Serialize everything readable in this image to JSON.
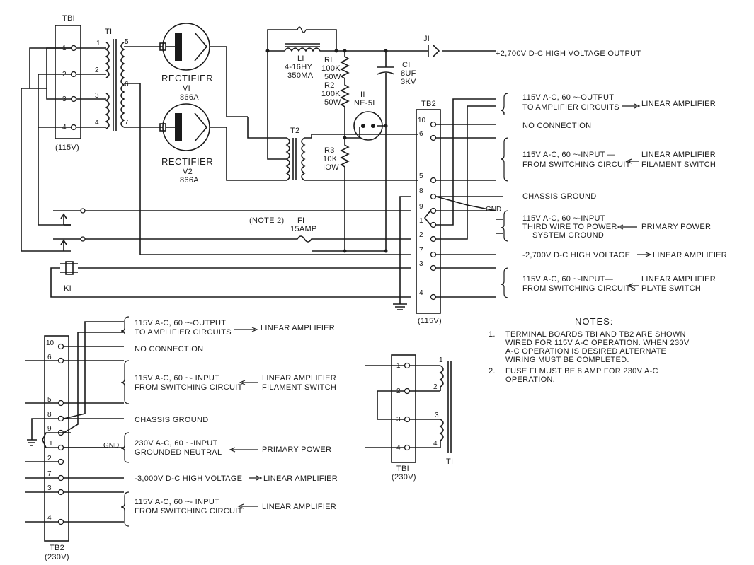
{
  "main": {
    "tb1": "TBI",
    "tb1_sub": "(115V)",
    "t1": "TI",
    "t1_nums": [
      "1",
      "2",
      "3",
      "4",
      "5",
      "6",
      "7"
    ],
    "tb1_nums": [
      "1",
      "2",
      "3",
      "4"
    ],
    "v1_title": "RECTIFIER",
    "v1_name": "VI",
    "v1_type": "866A",
    "v2_title": "RECTIFIER",
    "v2_name": "V2",
    "v2_type": "866A",
    "t2": "T2",
    "l1_name": "LI",
    "l1_val": "4-16HY",
    "l1_cur": "350MA",
    "r1_name": "RI",
    "r1_val": "100K",
    "r1_pw": "50W",
    "r2_name": "R2",
    "r2_val": "100K",
    "r2_pw": "50W",
    "r3_name": "R3",
    "r3_val": "10K",
    "r3_pw": "IOW",
    "i1_name": "II",
    "i1_type": "NE-5I",
    "c1_name": "CI",
    "c1_val": "8UF",
    "c1_v": "3KV",
    "j1": "JI",
    "hv_out": "+2,700V D-C HIGH VOLTAGE OUTPUT",
    "note2": "(NOTE 2)",
    "f1": "FI",
    "f1_val": "15AMP",
    "k1": "KI",
    "tb2": "TB2",
    "tb2_sub": "(115V)",
    "tb2_nums": [
      "10",
      "6",
      "5",
      "8",
      "9",
      "1",
      "2",
      "7",
      "3",
      "4"
    ],
    "gnd": "GND",
    "r_out1": "115V A-C, 60 ~-OUTPUT",
    "r_out2": "TO AMPLIFIER CIRCUITS",
    "r_out_dest": "LINEAR AMPLIFIER",
    "r_nc": "NO CONNECTION",
    "r_fil1": "115V A-C, 60 ~-INPUT —",
    "r_fil2": "FROM SWITCHING CIRCUIT",
    "r_fil_dest1": "LINEAR AMPLIFIER",
    "r_fil_dest2": "FILAMENT SWITCH",
    "r_chassis": "CHASSIS GROUND",
    "r_prim1": "115V A-C, 60 ~-INPUT",
    "r_prim2": "THIRD WIRE TO POWER",
    "r_prim3": "SYSTEM GROUND",
    "r_prim_dest": "PRIMARY POWER",
    "r_hv": "-2,700V D-C HIGH VOLTAGE",
    "r_hv_dest": "LINEAR AMPLIFIER",
    "r_plate1": "115V A-C, 60 ~-INPUT—",
    "r_plate2": "FROM SWITCHING CIRCUITS",
    "r_plate_dest1": "LINEAR AMPLIFIER",
    "r_plate_dest2": "PLATE SWITCH"
  },
  "bottom": {
    "tb2": "TB2",
    "tb2_sub": "(230V)",
    "tb2_nums": [
      "10",
      "6",
      "5",
      "8",
      "9",
      "1",
      "2",
      "7",
      "3",
      "4"
    ],
    "gnd": "GND",
    "out1": "115V A-C, 60 ~-OUTPUT",
    "out2": "TO AMPLIFIER CIRCUITS",
    "out_dest": "LINEAR AMPLIFIER",
    "nc": "NO CONNECTION",
    "fil1": "115V A-C, 60 ~- INPUT",
    "fil2": "FROM SWITCHING CIRCUIT",
    "fil_dest1": "LINEAR AMPLIFIER",
    "fil_dest2": "FILAMENT SWITCH",
    "chassis": "CHASSIS GROUND",
    "prim1": "230V A-C, 60 ~-INPUT",
    "prim2": "GROUNDED NEUTRAL",
    "prim_dest": "PRIMARY POWER",
    "hv": "-3,000V D-C HIGH VOLTAGE",
    "hv_dest": "LINEAR AMPLIFIER",
    "plate1": "115V A-C, 60 ~- INPUT",
    "plate2": "FROM SWITCHING CIRCUIT",
    "plate_dest": "LINEAR AMPLIFIER",
    "tb1": "TBI",
    "tb1_sub": "(230V)",
    "t1": "TI",
    "tb1_nums": [
      "1",
      "2",
      "3",
      "4"
    ],
    "t1_nums": [
      "1",
      "2",
      "3",
      "4"
    ]
  },
  "notes": {
    "title": "NOTES:",
    "n1_num": "1.",
    "n1_lines": [
      "TERMINAL BOARDS TBI AND TB2 ARE SHOWN",
      "WIRED FOR 115V A-C OPERATION. WHEN 230V",
      "A-C OPERATION IS DESIRED ALTERNATE",
      "WIRING MUST BE COMPLETED."
    ],
    "n2_num": "2.",
    "n2_lines": [
      "FUSE FI MUST BE  8 AMP FOR 230V A-C",
      "OPERATION."
    ]
  }
}
